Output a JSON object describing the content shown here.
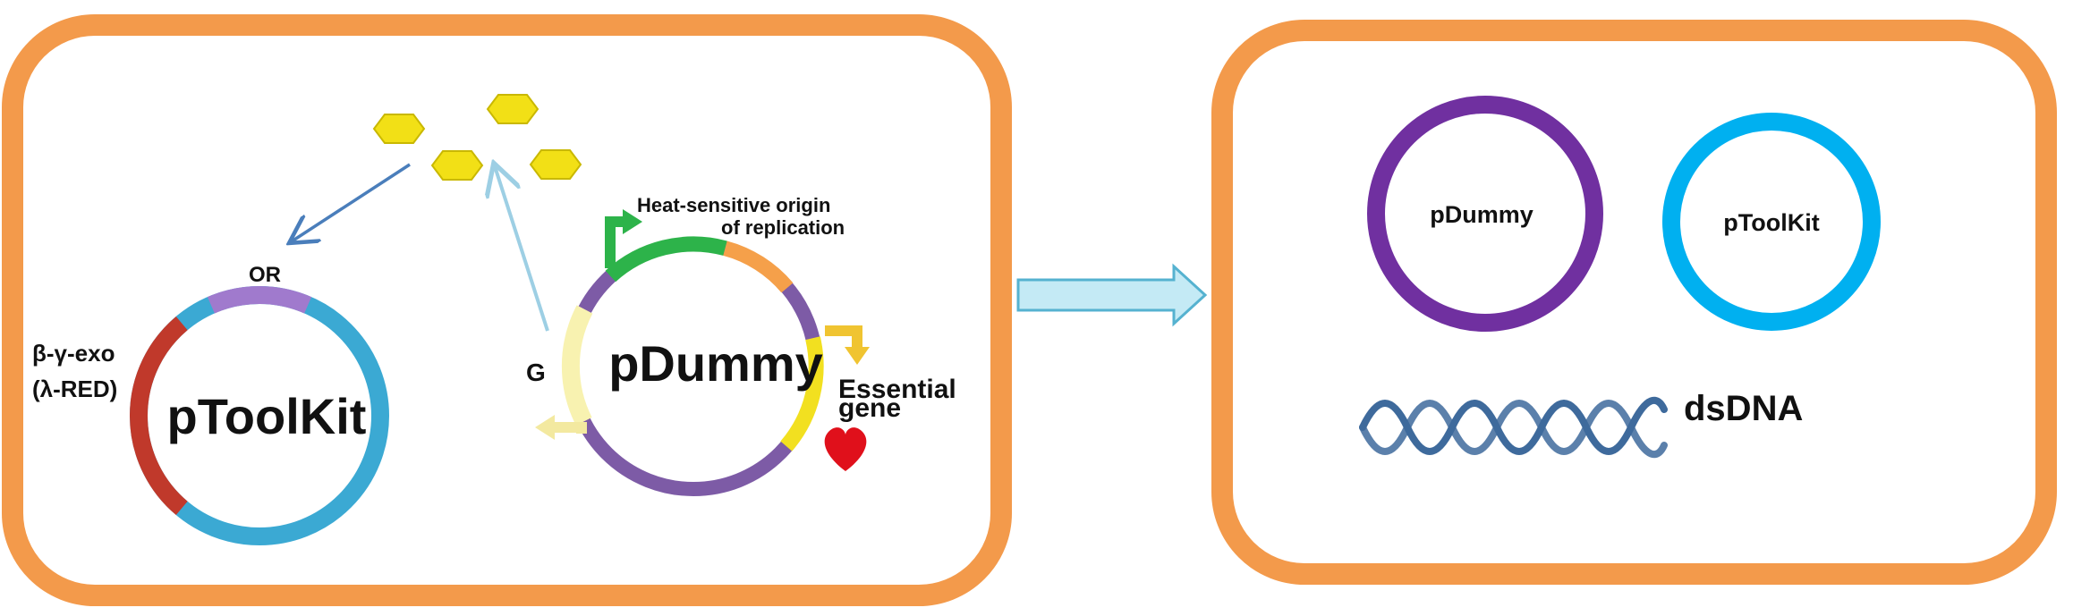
{
  "colors": {
    "panel_border": "#F39A4B",
    "ptoolkit_ring": "#3BA9D3",
    "or_segment": "#A07ACD",
    "red_segment": "#C0392B",
    "pdummy_ring": "#7D5BA6",
    "green_segment": "#2DB34A",
    "orange_segment": "#F5A04A",
    "yellow_segment": "#F2E020",
    "pale_segment": "#F8F2B0",
    "inducer": "#F2E016",
    "arrow_dark_blue": "#4A7EBB",
    "arrow_light_blue": "#9DCFE4",
    "transition_arrow_fill": "#C4EAF5",
    "transition_arrow_stroke": "#55B2D0",
    "final_pdummy": "#7030A0",
    "final_ptoolkit": "#00B0F0",
    "dna": "#3E6A9C",
    "heart": "#E0101B"
  },
  "left_panel": {
    "ptoolkit": {
      "name": "pToolKit",
      "or_label": "OR",
      "red_label_line1": "β-γ-exo",
      "red_label_line2": "(λ-RED)"
    },
    "pdummy": {
      "name": "pDummy",
      "origin_label_line1": "Heat-sensitive origin",
      "origin_label_line2": "of replication",
      "essential_label_line1": "Essential",
      "essential_label_line2": "gene",
      "g_label": "G"
    },
    "inducer_icon": "yellow-hexagon-molecule",
    "heart_icon": "heart"
  },
  "right_panel": {
    "pdummy_label": "pDummy",
    "ptoolkit_label": "pToolKit",
    "dsdna_label": "dsDNA"
  }
}
